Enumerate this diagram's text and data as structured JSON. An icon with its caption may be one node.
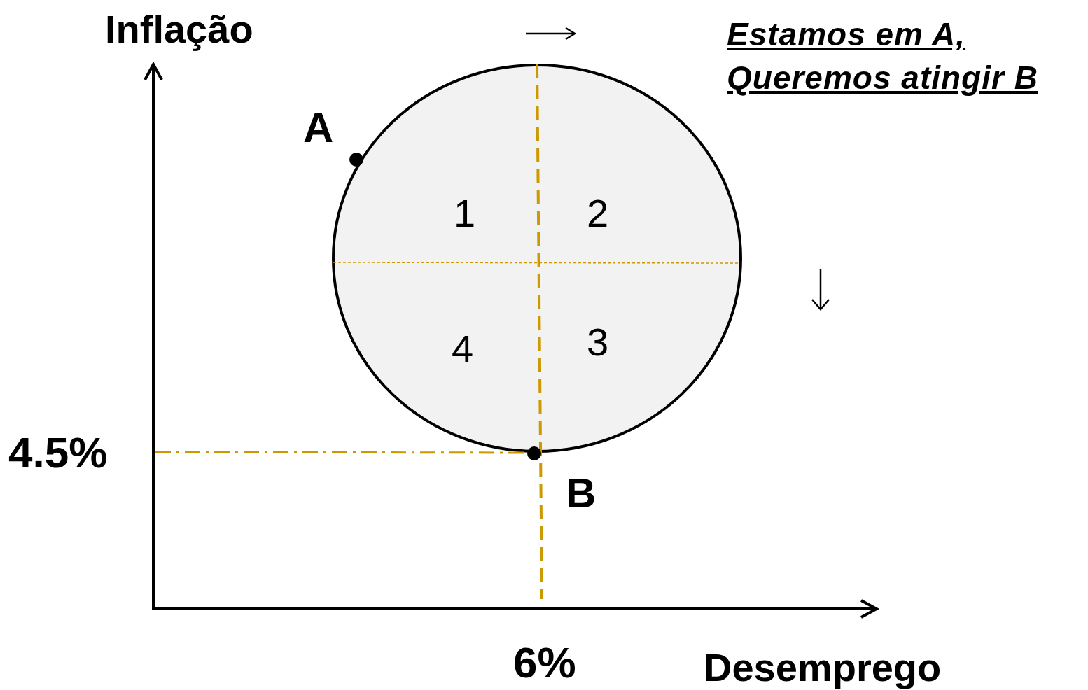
{
  "diagram": {
    "nodes": [
      {
        "text": [
          "1",
          "2",
          "4",
          "3"
        ]
      }
    ],
    "edges": [],
    "labels": [
      "Inflação",
      "Estamos em A, Queremos atingir B",
      "A",
      "4.5%",
      "B",
      "6%",
      "Desemprego"
    ]
  }
}
